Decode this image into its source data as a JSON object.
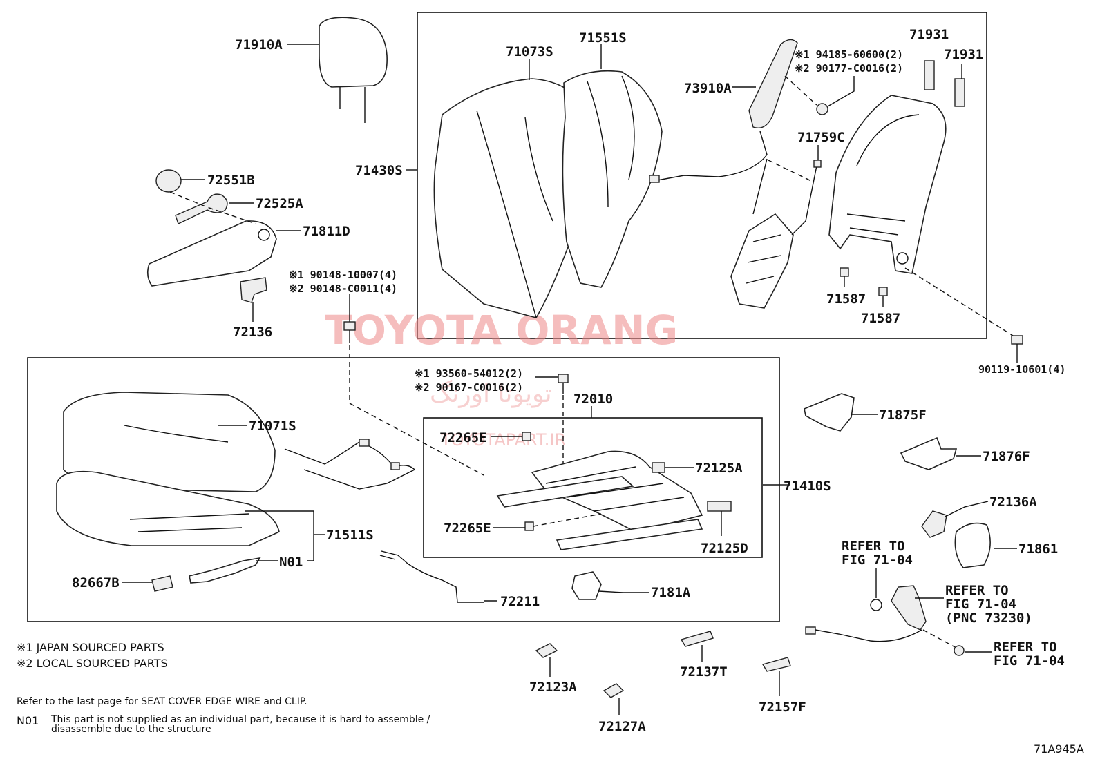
{
  "labels": {
    "p71910A": "71910A",
    "p72551B": "72551B",
    "p72525A": "72525A",
    "p71811D": "71811D",
    "p72136": "72136",
    "bolt_note_1": "※1 90148-10007(4)",
    "bolt_note_2": "※2 90148-C0011(4)",
    "p71073S": "71073S",
    "p71551S": "71551S",
    "p71430S": "71430S",
    "p73910A": "73910A",
    "nut_note_1": "※1 94185-60600(2)",
    "nut_note_2": "※2 90177-C0016(2)",
    "p71931a": "71931",
    "p71931b": "71931",
    "p71759C": "71759C",
    "p71587a": "71587",
    "p71587b": "71587",
    "p90119": "90119-10601(4)",
    "screw_note_1": "※1 93560-54012(2)",
    "screw_note_2": "※2 90167-C0016(2)",
    "p72010": "72010",
    "p71071S": "71071S",
    "p72265E_a": "72265E",
    "p72265E_b": "72265E",
    "p72125A": "72125A",
    "p72125D": "72125D",
    "p71410S": "71410S",
    "p71511S": "71511S",
    "pN01": "N01",
    "p82667B": "82667B",
    "p72211": "72211",
    "p7181A": "7181A",
    "p71875F": "71875F",
    "p71876F": "71876F",
    "p72136A": "72136A",
    "p71861": "71861",
    "refer1_l1": "REFER TO",
    "refer1_l2": "FIG 71-04",
    "refer2_l1": "REFER TO",
    "refer2_l2": "FIG 71-04",
    "refer2_l3": "(PNC 73230)",
    "refer3_l1": "REFER TO",
    "refer3_l2": "FIG 71-04",
    "p72123A": "72123A",
    "p72127A": "72127A",
    "p72137T": "72137T",
    "p72157F": "72157F"
  },
  "notes": {
    "japan": "※1 JAPAN SOURCED PARTS",
    "local": "※2 LOCAL SOURCED PARTS",
    "refer_last": "Refer to the last page for SEAT COVER EDGE WIRE and CLIP.",
    "n01_code": "N01",
    "n01_l1": "This part is not supplied as an individual part, because it is hard to assemble /",
    "n01_l2": "disassemble due to the structure",
    "fig_code": "71A945A"
  },
  "watermark": {
    "main": "TOYOTA ORANG",
    "url": "TOYOTAPART.IR",
    "arabic": "تویوتا اورنگ"
  }
}
